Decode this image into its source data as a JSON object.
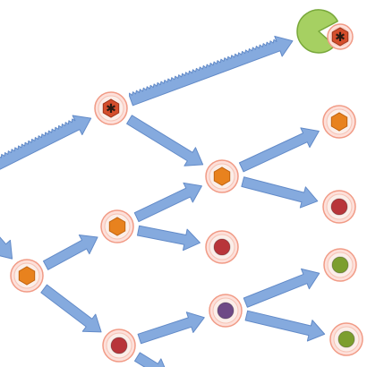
{
  "colors": {
    "background": "#ffffff",
    "arrow_fill": "#7fa6dd",
    "arrow_edge": "#5b85c6",
    "cell_halo": "#fde0da",
    "cell_ring": "#f19b86",
    "cell_membrane": "#fbeee9",
    "nucleus_orange": "#e8821e",
    "nucleus_red": "#b8353a",
    "nucleus_purple": "#6e4a86",
    "nucleus_green": "#7c9e2e",
    "nucleus_tumor": "#d44e2c",
    "tumor_mark": "#2a1a12",
    "pacman_fill": "#a6d062",
    "pacman_edge": "#78a83a"
  },
  "diagram": {
    "tumor_marker_glyph": "✱",
    "nodes": [
      {
        "id": "root-cell",
        "kind": "orange-hexagon"
      },
      {
        "id": "gen1-upper-cell",
        "kind": "orange-hexagon"
      },
      {
        "id": "gen1-lower-cell",
        "kind": "red-circle"
      },
      {
        "id": "gen2-tumor-cell",
        "kind": "tumor"
      },
      {
        "id": "gen2-orange-cell",
        "kind": "orange-hexagon"
      },
      {
        "id": "gen2-red-cell",
        "kind": "red-circle"
      },
      {
        "id": "gen2-purple-cell",
        "kind": "purple-circle"
      },
      {
        "id": "gen3-orange-cell",
        "kind": "orange-hexagon"
      },
      {
        "id": "gen3-red-cell",
        "kind": "red-circle"
      },
      {
        "id": "gen3-green-cell-upper",
        "kind": "green-circle"
      },
      {
        "id": "gen3-green-cell-lower",
        "kind": "green-circle"
      },
      {
        "id": "eaten-tumor-cell",
        "kind": "tumor"
      }
    ],
    "immune_cell": {
      "id": "immune-pacman",
      "kind": "pacman"
    },
    "arrows": [
      {
        "from": "off-left",
        "to": "gen2-tumor-cell",
        "style": "jagged"
      },
      {
        "from": "gen2-tumor-cell",
        "to": "immune-pacman",
        "style": "jagged"
      },
      {
        "from": "gen2-tumor-cell",
        "to": "gen2-orange-cell",
        "style": "smooth"
      },
      {
        "from": "gen2-orange-cell",
        "to": "gen3-orange-cell",
        "style": "smooth"
      },
      {
        "from": "gen2-orange-cell",
        "to": "gen3-red-cell",
        "style": "smooth"
      },
      {
        "from": "off-left",
        "to": "root-cell",
        "style": "smooth"
      },
      {
        "from": "root-cell",
        "to": "gen1-upper-cell",
        "style": "smooth"
      },
      {
        "from": "root-cell",
        "to": "gen1-lower-cell",
        "style": "smooth"
      },
      {
        "from": "gen1-upper-cell",
        "to": "gen2-orange-cell",
        "style": "smooth"
      },
      {
        "from": "gen1-upper-cell",
        "to": "gen2-red-cell",
        "style": "smooth"
      },
      {
        "from": "gen1-lower-cell",
        "to": "gen2-purple-cell",
        "style": "smooth"
      },
      {
        "from": "gen1-lower-cell",
        "to": "off-bottom",
        "style": "smooth"
      },
      {
        "from": "gen2-purple-cell",
        "to": "gen3-green-cell-upper",
        "style": "smooth"
      },
      {
        "from": "gen2-purple-cell",
        "to": "gen3-green-cell-lower",
        "style": "smooth"
      }
    ]
  }
}
